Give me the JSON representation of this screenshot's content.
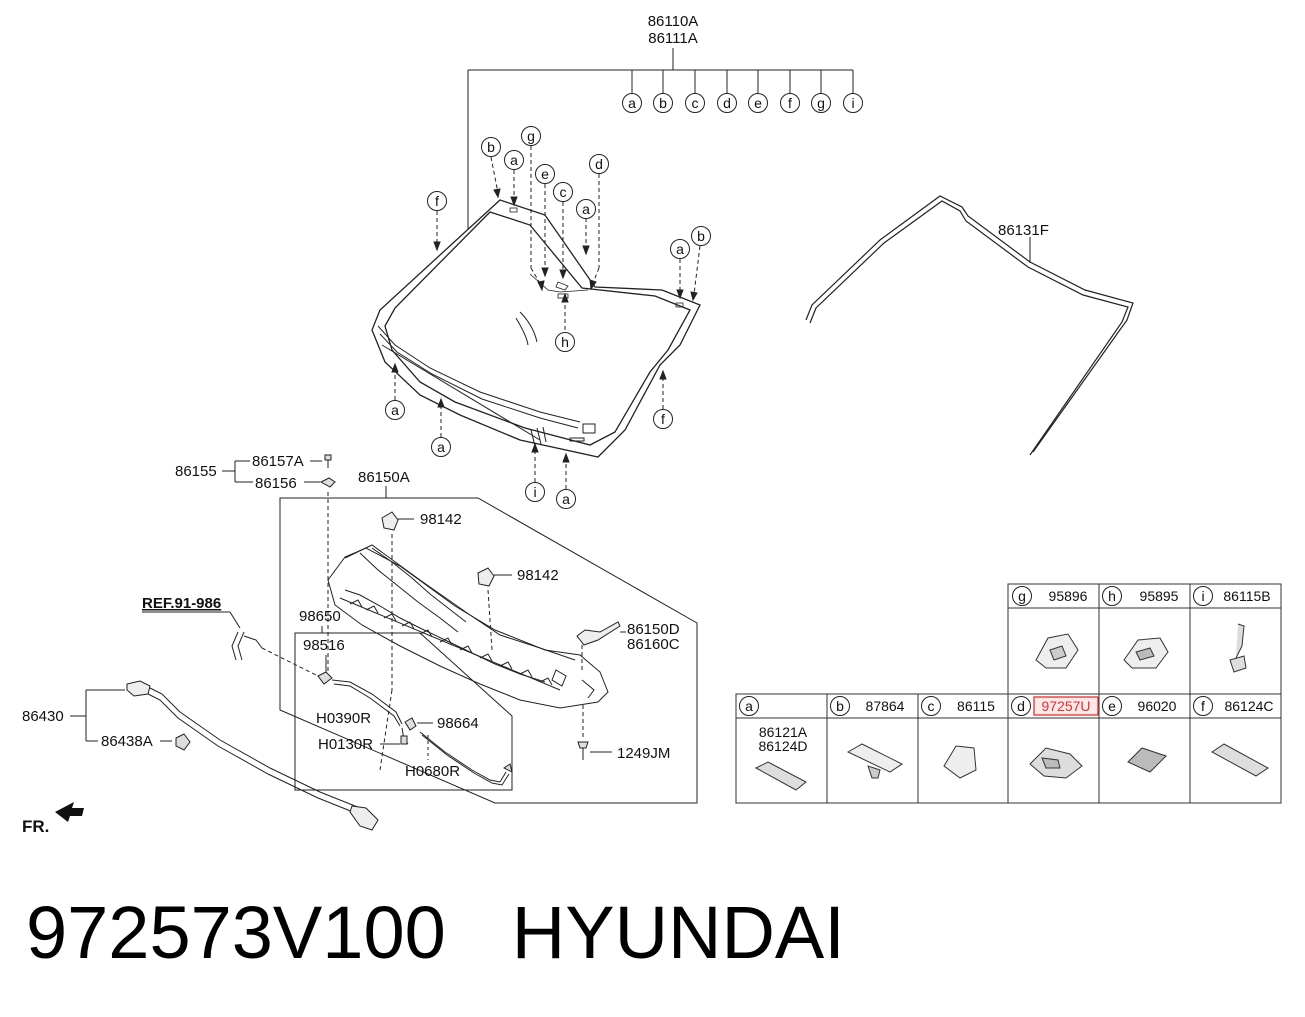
{
  "diagram": {
    "windshield": {
      "part_top": "86110A",
      "part_bottom": "86111A",
      "clip_letters": [
        "a",
        "b",
        "c",
        "d",
        "e",
        "f",
        "g",
        "i"
      ],
      "callout_h": "h"
    },
    "callouts": {
      "b": "b",
      "a": "a",
      "g": "g",
      "e": "e",
      "c": "c",
      "d": "d",
      "f": "f",
      "i": "i",
      "h": "h"
    },
    "moulding": "86131F",
    "cowl": {
      "group": "86155",
      "bolt": "86157A",
      "grommet": "86156",
      "panel": "86150A",
      "nozzle_1": "98142",
      "nozzle_2": "98142",
      "seal_1": "86150D",
      "seal_2": "86160C",
      "screw": "1249JM"
    },
    "washer": {
      "assy": "98650",
      "connector": "98516",
      "hose_1": "H0390R",
      "hose_2": "H0130R",
      "hose_3": "H0680R",
      "valve": "98664"
    },
    "harness": {
      "ref": "REF.91-986",
      "main": "86430",
      "clip": "86438A"
    },
    "front_label": "FR."
  },
  "parts_table": {
    "top_row": [
      {
        "letter": "g",
        "part": "95896"
      },
      {
        "letter": "h",
        "part": "95895"
      },
      {
        "letter": "i",
        "part": "86115B"
      }
    ],
    "bottom_row": [
      {
        "letter": "a",
        "part": "",
        "parts_multi": [
          "86121A",
          "86124D"
        ]
      },
      {
        "letter": "b",
        "part": "87864"
      },
      {
        "letter": "c",
        "part": "86115"
      },
      {
        "letter": "d",
        "part": "97257U",
        "highlighted": true
      },
      {
        "letter": "e",
        "part": "96020"
      },
      {
        "letter": "f",
        "part": "86124C"
      }
    ],
    "highlight_color": "#e03030"
  },
  "footer": {
    "part_number": "972573V100",
    "brand": "HYUNDAI"
  }
}
